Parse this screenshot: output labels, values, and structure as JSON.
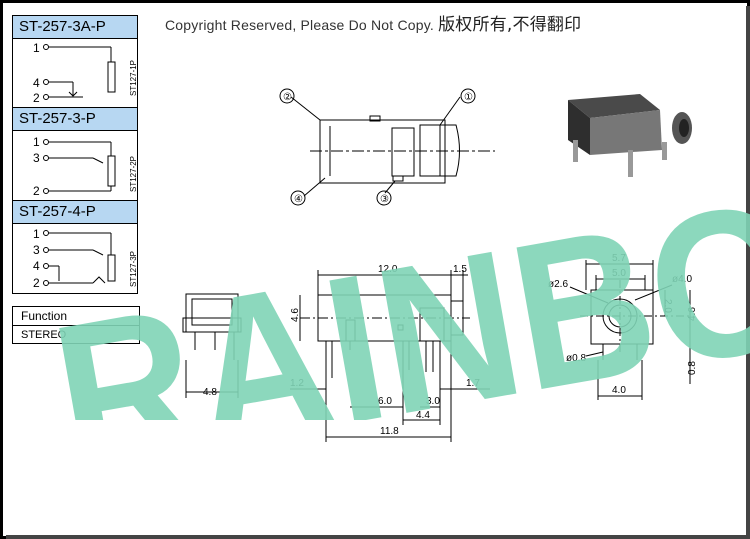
{
  "header": {
    "copyright": "Copyright Reserved, Please Do Not Copy.",
    "copyright_cn": "版权所有,不得翻印"
  },
  "models": [
    {
      "name": "ST-257-3A-P",
      "pins": [
        "1",
        "4",
        "2"
      ],
      "code": "ST127-1P"
    },
    {
      "name": "ST-257-3-P",
      "pins": [
        "1",
        "3",
        "2"
      ],
      "code": "ST127-2P"
    },
    {
      "name": "ST-257-4-P",
      "pins": [
        "1",
        "3",
        "4",
        "2"
      ],
      "code": "ST127-3P"
    }
  ],
  "function_table": {
    "header": "Function",
    "value": "STEREO"
  },
  "callouts": [
    "①",
    "②",
    "③",
    "④"
  ],
  "dimensions": {
    "d12_0": "12.0",
    "d1_5": "1.5",
    "d4_6": "4.6",
    "d1_2": "1.2",
    "d6_0": "6.0",
    "d3_0": "3.0",
    "d1_7": "1.7",
    "d4_4": "4.4",
    "d11_8": "11.8",
    "d4_8": "4.8",
    "d5_7": "5.7",
    "d5_0": "5.0",
    "dphi2_6": "ø2.6",
    "dphi4_0": "ø4.0",
    "d2_0": "2.0",
    "d4_6r": "4.6",
    "dphi0_8": "ø0.8",
    "d4_0": "4.0",
    "d0_8": "0.8"
  },
  "watermark": "RAINBOW",
  "colors": {
    "panel_title_bg": "#b7d7f2",
    "watermark": "#7fd4b6",
    "line": "#000000"
  }
}
